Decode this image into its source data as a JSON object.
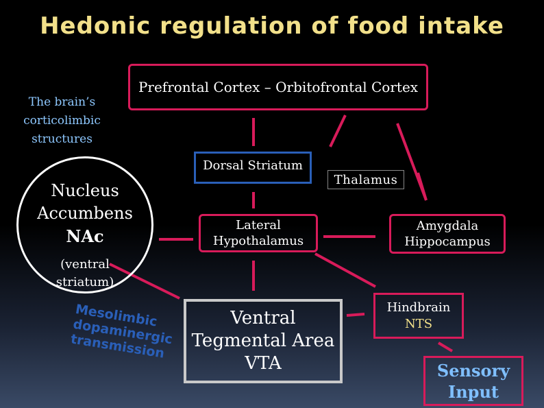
{
  "title": "Hedonic regulation of food intake",
  "subtitle": "The brain’s corticolimbic structures",
  "nodes": {
    "pfc": "Prefrontal Cortex – Orbitofrontal Cortex",
    "dorsal_striatum": "Dorsal Striatum",
    "thalamus": "Thalamus",
    "lateral_hypothalamus": [
      "Lateral",
      "Hypothalamus"
    ],
    "amygdala_hippocampus": [
      "Amygdala",
      "Hippocampus"
    ],
    "vta": [
      "Ventral",
      "Tegmental Area",
      "VTA"
    ],
    "hindbrain": "Hindbrain",
    "nts": "NTS",
    "sensory_input": [
      "Sensory",
      "Input"
    ],
    "nucleus_accumbens": [
      "Nucleus",
      "Accumbens"
    ],
    "nac": "NAc",
    "ventral_striatum": [
      "(ventral",
      "striatum)"
    ],
    "mesolimbic": [
      "Mesolimbic",
      "dopaminergic",
      "transmission"
    ]
  },
  "colors": {
    "title": "#f2e08a",
    "subtitle": "#8ec8ff",
    "link": "#d81b5a",
    "dorsal_border": "#2a5fb8",
    "mesolimbic_text": "#2a5fb8",
    "sensory_text": "#7fbfff"
  }
}
